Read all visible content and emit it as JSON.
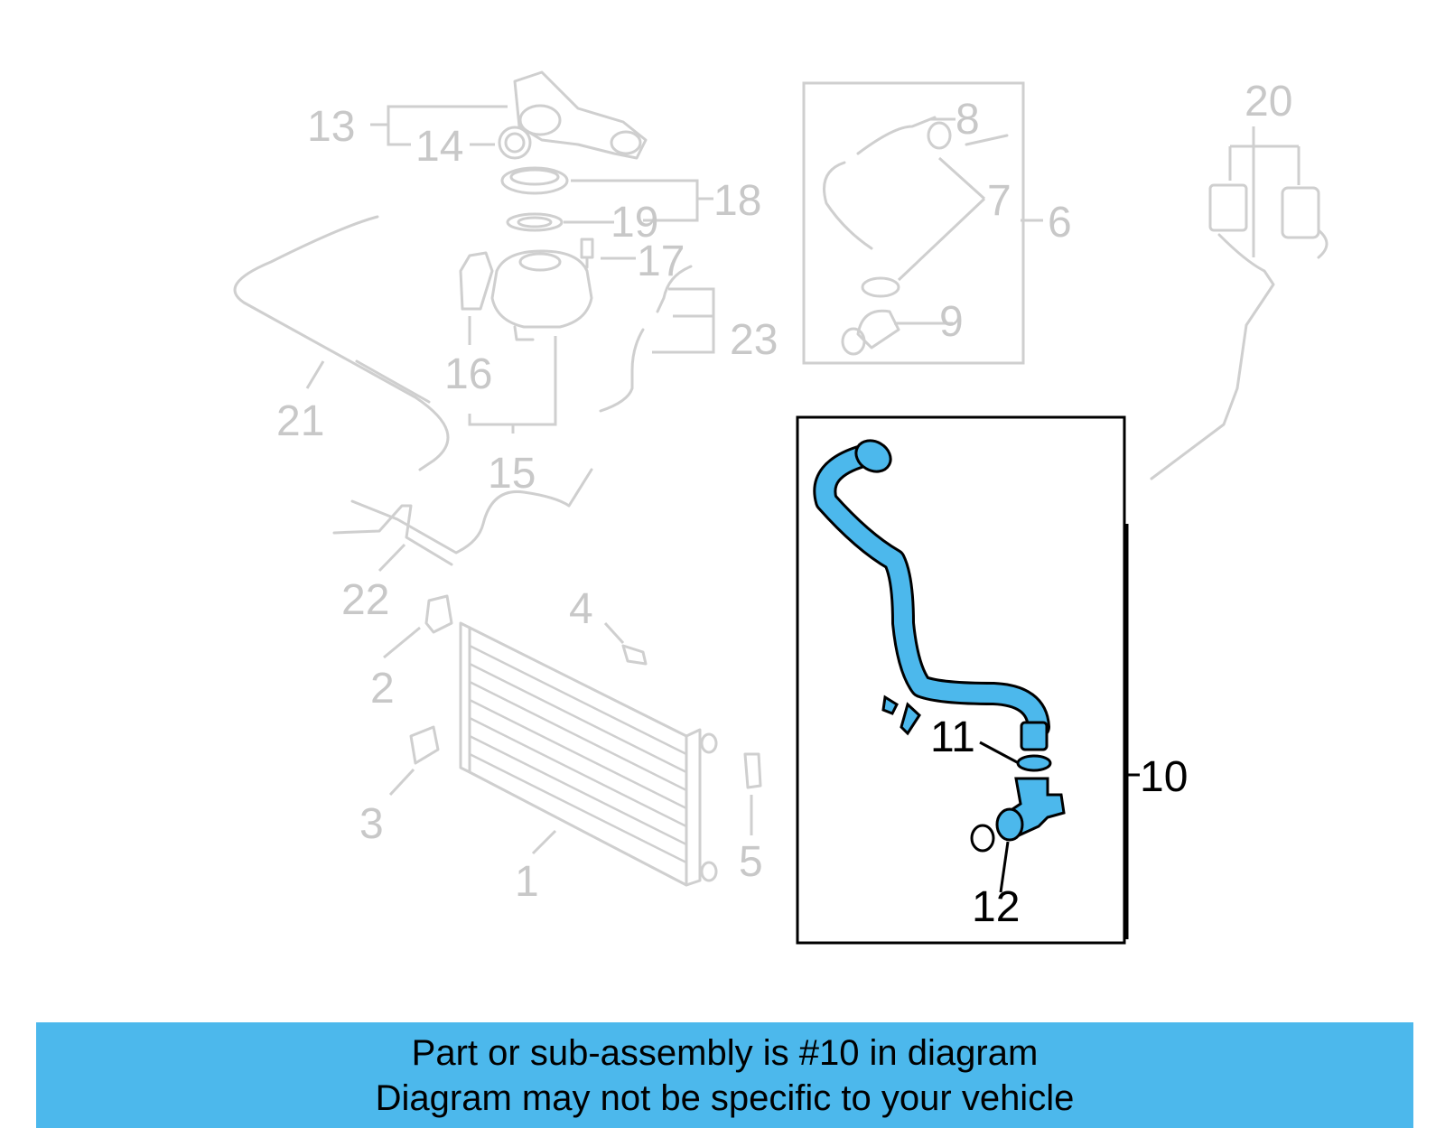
{
  "diagram": {
    "callouts": [
      {
        "id": "1",
        "text": "1"
      },
      {
        "id": "2",
        "text": "2"
      },
      {
        "id": "3",
        "text": "3"
      },
      {
        "id": "4",
        "text": "4"
      },
      {
        "id": "5",
        "text": "5"
      },
      {
        "id": "6",
        "text": "6"
      },
      {
        "id": "7",
        "text": "7"
      },
      {
        "id": "8",
        "text": "8"
      },
      {
        "id": "9",
        "text": "9"
      },
      {
        "id": "10",
        "text": "10"
      },
      {
        "id": "11",
        "text": "11"
      },
      {
        "id": "12",
        "text": "12"
      },
      {
        "id": "13",
        "text": "13"
      },
      {
        "id": "14",
        "text": "14"
      },
      {
        "id": "15",
        "text": "15"
      },
      {
        "id": "16",
        "text": "16"
      },
      {
        "id": "17",
        "text": "17"
      },
      {
        "id": "18",
        "text": "18"
      },
      {
        "id": "19",
        "text": "19"
      },
      {
        "id": "20",
        "text": "20"
      },
      {
        "id": "21",
        "text": "21"
      },
      {
        "id": "22",
        "text": "22"
      },
      {
        "id": "23",
        "text": "23"
      }
    ],
    "highlight_color": "#4cb8ec",
    "faded_color": "#c8c8c8"
  },
  "banner": {
    "line1": "Part or sub-assembly is #10 in diagram",
    "line2": "Diagram may not be specific to your vehicle"
  }
}
